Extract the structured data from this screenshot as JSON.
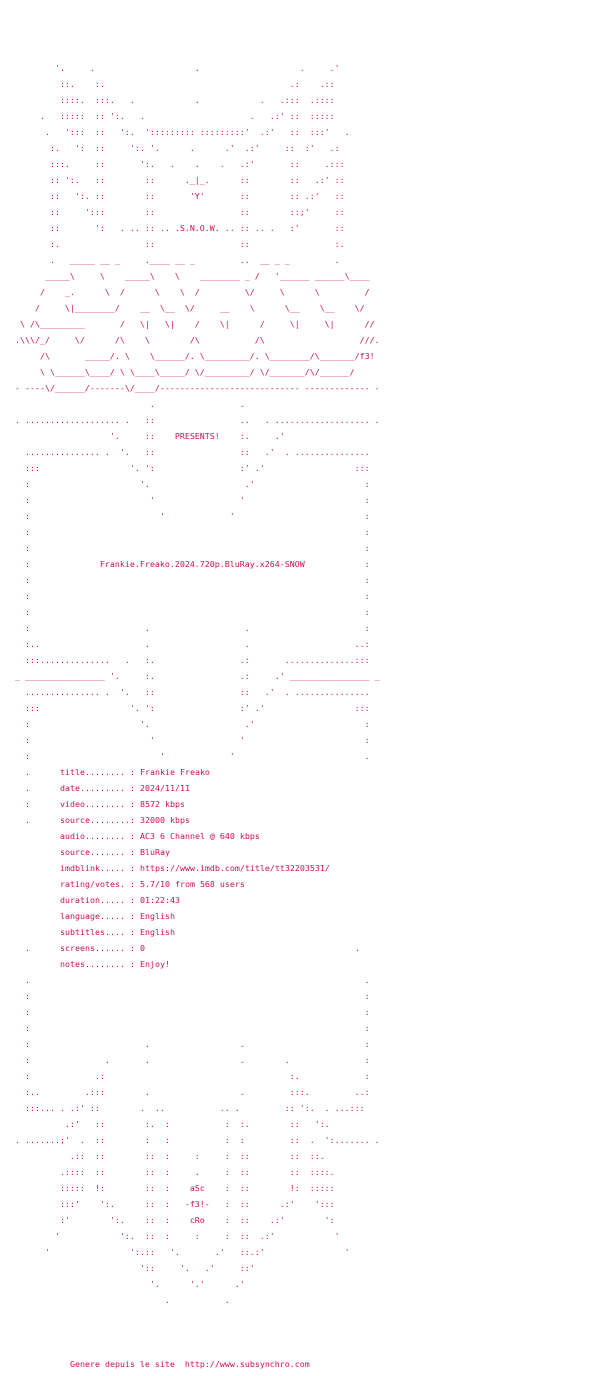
{
  "colors": {
    "text": "#d0104c",
    "background": "#ffffff"
  },
  "art_top": [
    "           '.     .                    .                    .     .'",
    "            ::.    :.                                     .:    .::",
    "            ::::.  :::.   .            .            .   .:::  .::::",
    "        .   :::::  :: ':.   .                     .   .:' ::  :::::",
    "         .   ':::  ::   ':.  '::::::::: :::::::::'  .:'   ::  :::'   .",
    "          :.   ':  ::     ':. '.      .      .'  .:'     ::  :'   .:",
    "          :::.     ::       ':.   .    .    .   .:'       ::     .:::",
    "          :: ':.   ::        ::      ._|_.      ::        ::   .:' ::",
    "          ::   ':. ::        ::       'Y'       ::        :: .:'   ::",
    "          ::     ':::        ::                 ::        ::;'     ::",
    "          ::       ':   . .. :: .. .S.N.O.W. .. :: .. .   :'       ::",
    "          :.                 ::                 ::                 :.",
    "          .   _____ __ _     .____ __ _         ..  __ _ _         .",
    "         _____\\     \\    _____\\    \\    ________ _ /   '______ ______\\____",
    "        /    _.      \\  /      \\    \\  /         \\/     \\      \\         /",
    "       /     \\|________/    __  \\__  \\/     __    \\      \\__    \\__    \\/",
    "    \\ /\\_________       /   \\|   \\|    /    \\|      /     \\|     \\|      //",
    "   .\\\\\\/_/     \\/      /\\    \\        /\\           /\\                   ///.",
    "        /\\       _____/. \\    \\______/. \\_________/. \\________/\\_______/f3!",
    "        \\ \\______\\____/ \\ \\____\\_____/ \\/_________/ \\/_______/\\/______/",
    "   - ----\\/______/-------\\/____/---------------------------- ------------- -",
    "                              .                 .",
    "   . ................... .   ::                 ..   . ................... .",
    "                      '.     ::    PRESENTS!    :.     .'",
    "     ............... .  '.   ::                 ::   .'  . ...............",
    "     :::                  '. ':                 :' .'                  :::",
    "     :                      '.                   .'                      :",
    "     :                        '                 '                        :",
    "     :                          '             '                          :",
    "     :                                                                   :",
    "     :                                                                   :",
    "     :              Frankie.Freako.2024.720p.BluRay.x264-SNOW            :",
    "     :                                                                   :",
    "     :                                                                   :",
    "     :                                                                   :",
    "     :                       .                   .                       :",
    "     :..                     .                   .                     ..:",
    "     :::..............   .   :.                 .:       ..............:::",
    "   _ ________________ '.     :.                 .:     .' ________________ _",
    "     ............... .  '.   ::                 ::   .'  . ...............",
    "     :::                  '. ':                 :' .'                  :::",
    "     :                      '.                   .'                      :",
    "     :                        '                 '                        :",
    "     :                          '             '                          ."
  ],
  "info": {
    "rows": [
      {
        "marker": ".",
        "label": "title........",
        "sep": ":",
        "value": "Frankie Freako",
        "marker_right": ""
      },
      {
        "marker": ".",
        "label": "date.........",
        "sep": ":",
        "value": "2024/11/11",
        "marker_right": ""
      },
      {
        "marker": ":",
        "label": "video........",
        "sep": ":",
        "value": "8572 kbps",
        "marker_right": ""
      },
      {
        "marker": ".",
        "label": "source........",
        "sep": ":",
        "value": "32000 kbps",
        "marker_right": ""
      },
      {
        "marker": "",
        "label": "audio........",
        "sep": ":",
        "value": "AC3 6 Channel @ 640 kbps",
        "marker_right": ""
      },
      {
        "marker": "",
        "label": "source.......",
        "sep": ":",
        "value": "BluRay",
        "marker_right": ""
      },
      {
        "marker": "",
        "label": "imdblink.....",
        "sep": ":",
        "value": "https://www.imdb.com/title/tt32203531/",
        "marker_right": ""
      },
      {
        "marker": "",
        "label": "rating/votes.",
        "sep": ":",
        "value": "5.7/10 from 568 users",
        "marker_right": ""
      },
      {
        "marker": "",
        "label": "duration.....",
        "sep": ":",
        "value": "01:22:43",
        "marker_right": ""
      },
      {
        "marker": "",
        "label": "language.....",
        "sep": ":",
        "value": "English",
        "marker_right": ""
      },
      {
        "marker": "",
        "label": "subtitles....",
        "sep": ":",
        "value": "English",
        "marker_right": ""
      },
      {
        "marker": ".",
        "label": "screens......",
        "sep": ":",
        "value": "0",
        "marker_right": "."
      },
      {
        "marker": "",
        "label": "notes........",
        "sep": ":",
        "value": "Enjoy!",
        "marker_right": ""
      }
    ]
  },
  "art_bottom": [
    "     .                                                                   .",
    "     :                                                                   :",
    "     :                                                                   :",
    "     :                                                                   :",
    "     :                       .                  .                        :",
    "     :               .       .                  .        .               :",
    "     :             .:                                     :.             :",
    "     :..         .:::        .                  .         :::.         ..:",
    "     :::... . .:' ::        .  ..           .. .         :: ':.  . ...:::",
    "             .:'   ::        :.  :           :  :.        ::   ':.",
    "   . .......;'  .  ::        :   :           :  :         ::  .  ':....... .",
    "              .::  ::        ::  :     :     :  ::        ::  ::.",
    "            .::::  ::        ::  :     .     :  ::        ::  ::::.",
    "            :::::  !:        ::  :    aSc    :  ::        !:  :::::",
    "            :::'    ':.      ::  :   -f3!-   :  ::      .:'    ':::",
    "            :'        ':.    ::  :    cRo    :  ::    .:'        ':",
    "           '            ':.  ::  :     :     :  ::  .:'            '",
    "         '                ':.::   '.       .'   ::.:'                '",
    "                            '::     '.   .'     ::'",
    "                              '.      '.'      .'",
    "                                 .           .",
    "",
    "",
    ""
  ],
  "footer": {
    "prefix": "Genere depuis le site  ",
    "link": "http://www.subsynchro.com"
  }
}
